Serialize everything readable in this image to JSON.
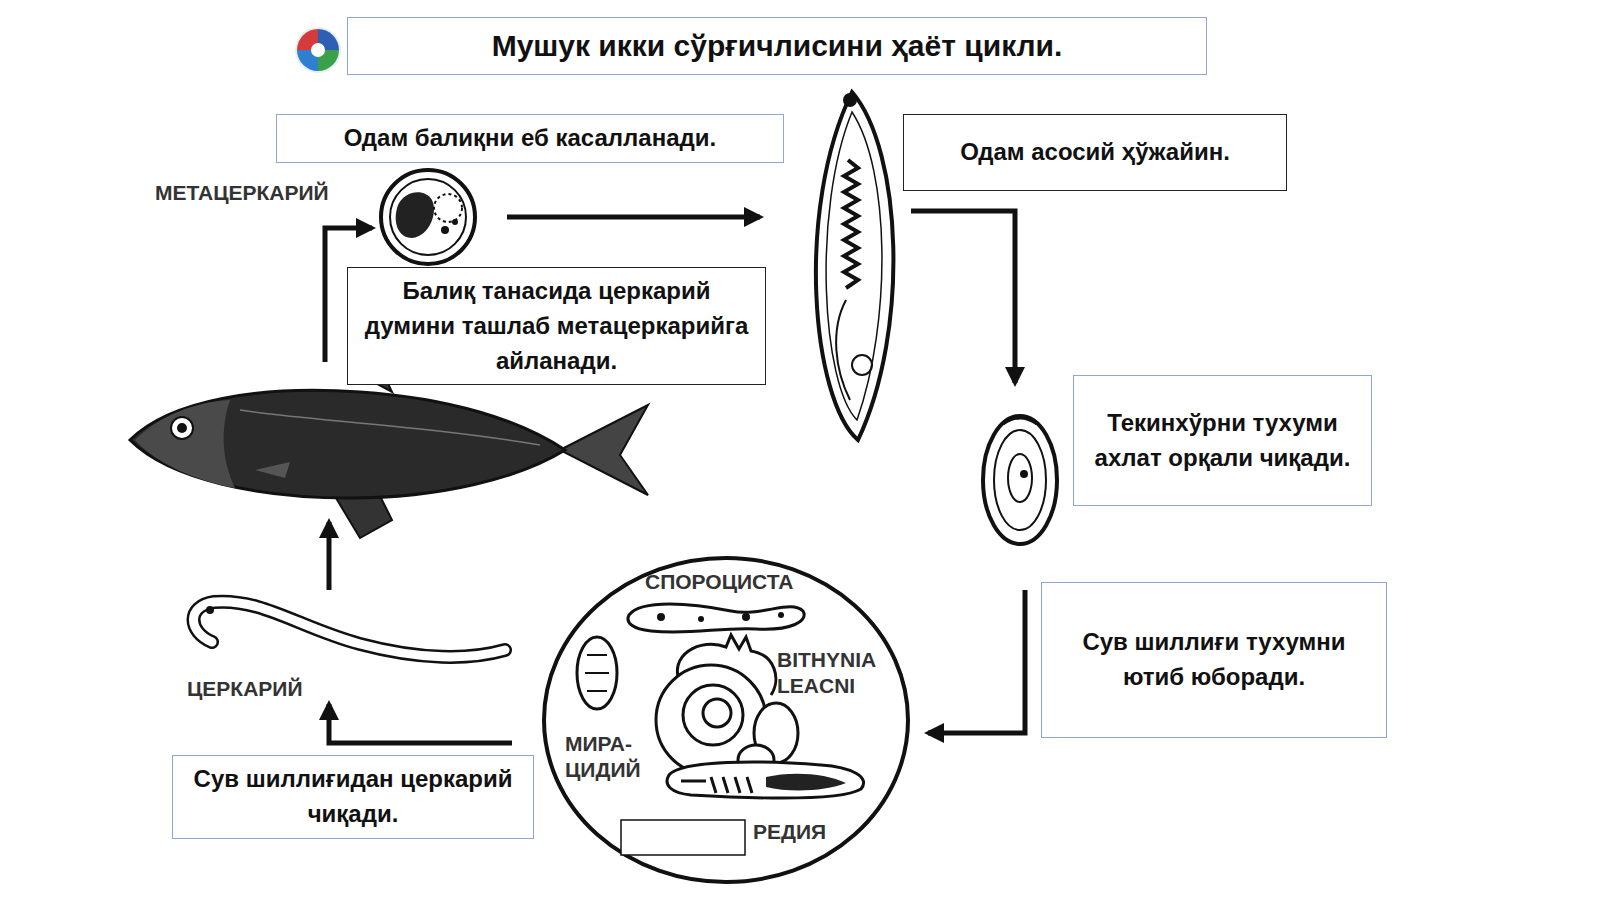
{
  "diagram": {
    "title": "Мушук икки сўрғичлисини ҳаёт цикли.",
    "nodes": [
      {
        "text": [
          "Одам балиқни еб касалланади."
        ]
      },
      {
        "text": [
          "Одам асосий ҳўжайин."
        ]
      },
      {
        "text": [
          "Балиқ танасида церкарий думини ташлаб метацеркарийга айланади."
        ]
      },
      {
        "text": [
          "Текинхўрни тухуми ахлат орқали чиқади."
        ]
      },
      {
        "text": [
          "Сув шиллиғи тухумни ютиб юборади."
        ]
      },
      {
        "text": [
          "СПОРОЦИСТА",
          "BITHYNIA LEACNI",
          "МИРА- ЦИДИЙ",
          "РЕДИЯ"
        ]
      },
      {
        "text": [
          "Сув шиллиғидан церкарий чиқади."
        ]
      }
    ],
    "labels": [
      "МЕТАЦЕРКАРИЙ",
      "ЦЕРКАРИЙ"
    ]
  }
}
